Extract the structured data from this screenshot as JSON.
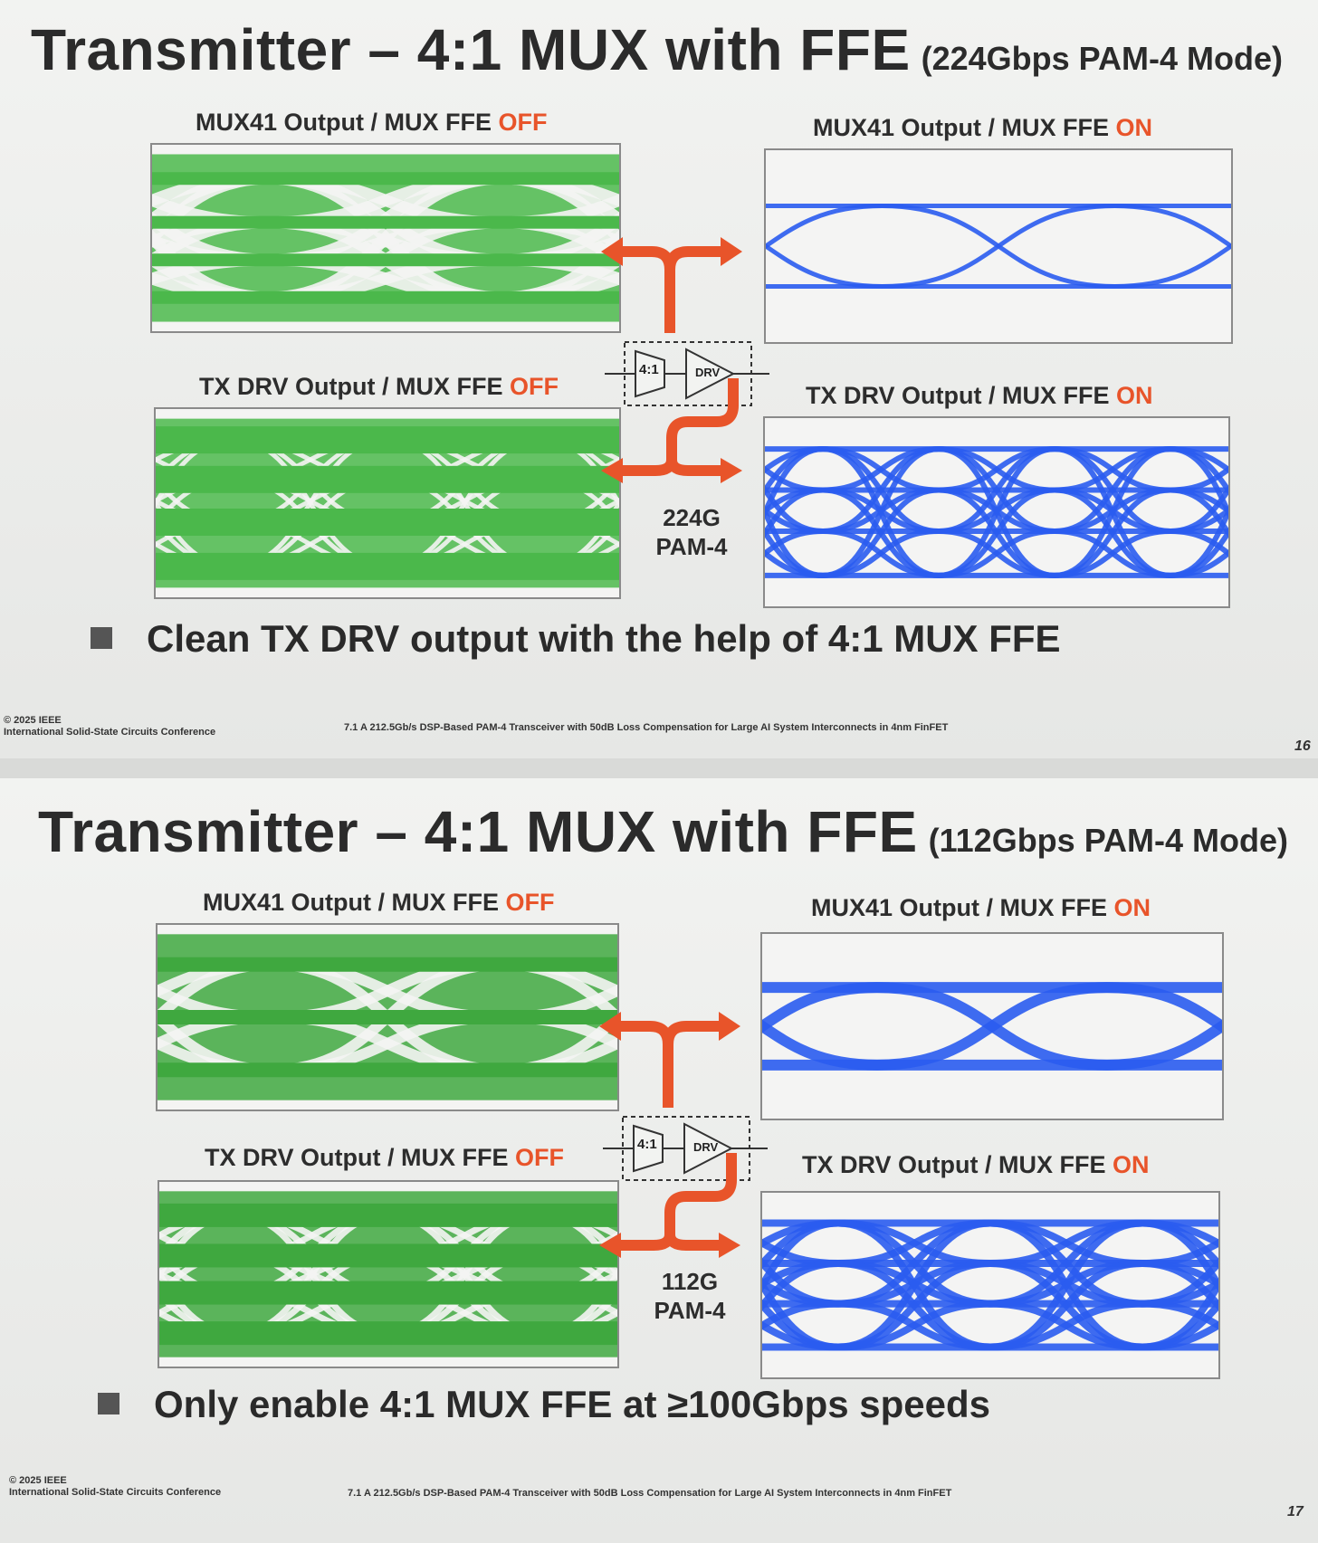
{
  "colors": {
    "accent": "#e8542a",
    "green_eye": "#4bb84b",
    "blue_eye": "#2a5cf0"
  },
  "slides": [
    {
      "title": "Transmitter – 4:1 MUX with FFE",
      "mode": "(224Gbps PAM-4 Mode)",
      "panels": {
        "mux_off": {
          "label": "MUX41 Output / MUX FFE ",
          "state": "OFF"
        },
        "mux_on": {
          "label": "MUX41 Output / MUX FFE ",
          "state": "ON"
        },
        "drv_off": {
          "label": "TX DRV Output / MUX FFE ",
          "state": "OFF"
        },
        "drv_on": {
          "label": "TX DRV Output / MUX FFE ",
          "state": "ON"
        }
      },
      "diagram": {
        "mux": "4:1",
        "drv": "DRV",
        "rate_line1": "224G",
        "rate_line2": "PAM-4"
      },
      "bullet": "Clean TX DRV output with the help of 4:1 MUX FFE",
      "footer": {
        "copyright": "© 2025 IEEE",
        "conference": "International Solid-State Circuits Conference",
        "paper": "7.1 A 212.5Gb/s DSP-Based PAM-4 Transceiver with 50dB Loss Compensation for Large AI System Interconnects in 4nm FinFET",
        "page": "16"
      }
    },
    {
      "title": "Transmitter – 4:1 MUX with FFE",
      "mode": "(112Gbps PAM-4 Mode)",
      "panels": {
        "mux_off": {
          "label": "MUX41 Output / MUX FFE ",
          "state": "OFF"
        },
        "mux_on": {
          "label": "MUX41 Output / MUX FFE ",
          "state": "ON"
        },
        "drv_off": {
          "label": "TX DRV Output / MUX FFE ",
          "state": "OFF"
        },
        "drv_on": {
          "label": "TX DRV Output / MUX FFE ",
          "state": "ON"
        }
      },
      "diagram": {
        "mux": "4:1",
        "drv": "DRV",
        "rate_line1": "112G",
        "rate_line2": "PAM-4"
      },
      "bullet": "Only enable 4:1 MUX FFE at ≥100Gbps speeds",
      "footer": {
        "copyright": "© 2025 IEEE",
        "conference": "International Solid-State Circuits Conference",
        "paper": "7.1 A 212.5Gb/s DSP-Based PAM-4 Transceiver with 50dB Loss Compensation for Large AI System Interconnects in 4nm FinFET",
        "page": "17"
      }
    }
  ]
}
